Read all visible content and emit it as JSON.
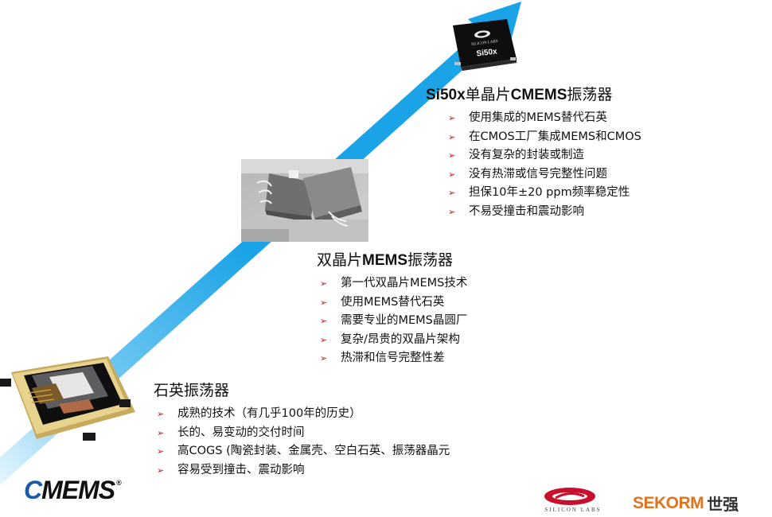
{
  "sections": {
    "si50x": {
      "title_bold_prefix": "Si50x",
      "title_mid": "单晶片",
      "title_bold_mid": "CMEMS",
      "title_suffix": "振荡器",
      "items": [
        "使用集成的MEMS替代石英",
        "在CMOS工厂集成MEMS和CMOS",
        "没有复杂的封装或制造",
        "没有热滞或信号完整性问题",
        "担保10年±20 ppm频率稳定性",
        "不易受撞击和震动影响"
      ]
    },
    "dual": {
      "title_prefix": "双晶片",
      "title_bold": "MEMS",
      "title_suffix": "振荡器",
      "items": [
        "第一代双晶片MEMS技术",
        "使用MEMS替代石英",
        "需要专业的MEMS晶圆厂",
        "复杂/昂贵的双晶片架构",
        "热滞和信号完整性差"
      ]
    },
    "quartz": {
      "title": "石英振荡器",
      "items": [
        "成熟的技术（有几乎100年的历史）",
        "长的、易变动的交付时间",
        "高COGS (陶瓷封装、金属壳、空白石英、振荡器晶元",
        "容易受到撞击、震动影响"
      ]
    }
  },
  "chip": {
    "brand": "SILICON LABS",
    "model": "Si50x"
  },
  "logos": {
    "cmems_c": "C",
    "cmems_rest": "MEMS",
    "cmems_reg": "®",
    "silabs": "SILICON LABS",
    "sekorm_en": "SEKORM",
    "sekorm_cn": "世强"
  },
  "icons": {
    "bullet": "➢"
  },
  "colors": {
    "arrow": "#1aa3e6",
    "bullet": "#c0181c",
    "cmems_c": "#1a5ba8",
    "sekorm": "#e2731d"
  }
}
